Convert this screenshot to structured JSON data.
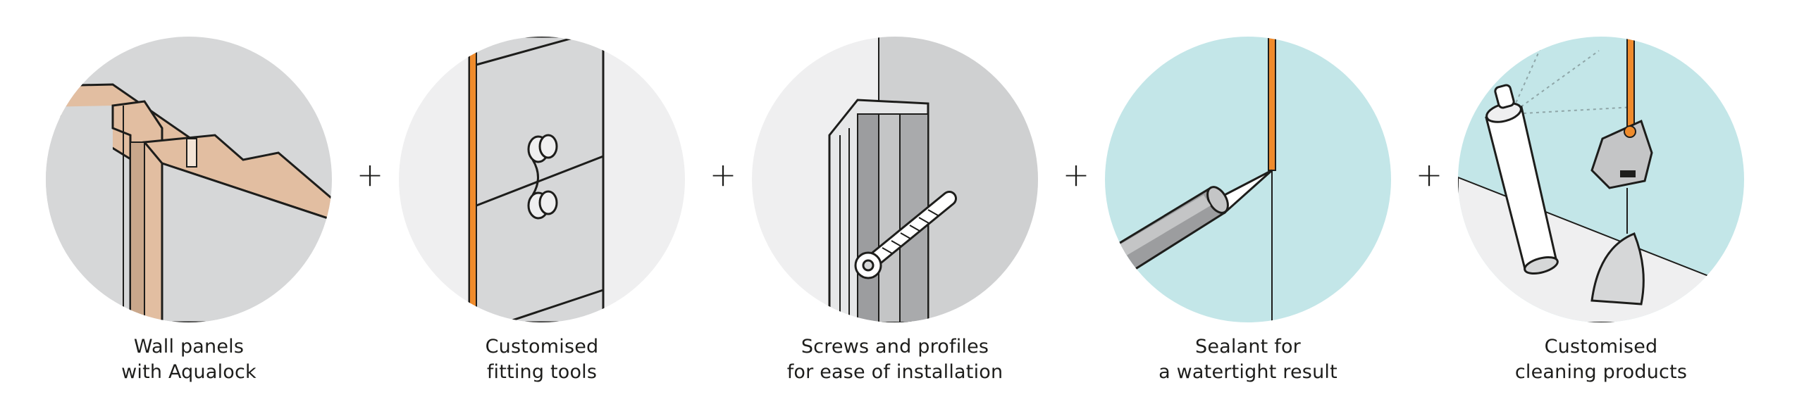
{
  "colors": {
    "panel_gray": "#d6d7d8",
    "panel_tan": "#e2bea1",
    "light_bg": "#efeff0",
    "aqua": "#c3e6e8",
    "orange": "#ef8b2c",
    "outline": "#1d1d1b"
  },
  "separator": "+",
  "steps": [
    {
      "icon": "wall-panel-aqualock-icon",
      "line1": "Wall panels",
      "line2": "with Aqualock"
    },
    {
      "icon": "fitting-tool-clip-icon",
      "line1": "Customised",
      "line2": "fitting tools"
    },
    {
      "icon": "screw-profile-icon",
      "line1": "Screws and profiles",
      "line2": "for ease of installation"
    },
    {
      "icon": "sealant-gun-icon",
      "line1": "Sealant for",
      "line2": "a watertight result"
    },
    {
      "icon": "cleaning-spray-scraper-icon",
      "line1": "Customised",
      "line2": "cleaning products"
    }
  ]
}
